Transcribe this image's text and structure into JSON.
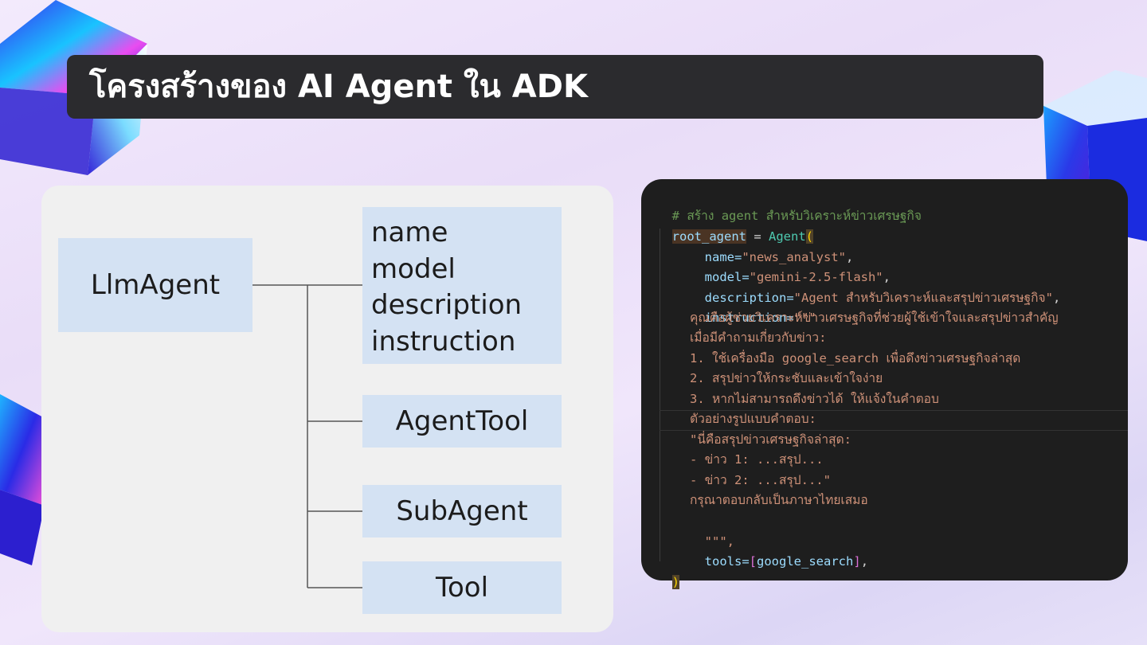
{
  "title": "โครงสร้างของ AI Agent ใน ADK",
  "diagram": {
    "root": "LlmAgent",
    "properties": [
      "name",
      "model",
      "description",
      "instruction"
    ],
    "children": [
      "AgentTool",
      "SubAgent",
      "Tool"
    ]
  },
  "code": {
    "comment": "# สร้าง agent สำหรับวิเคราะห์ข่าวเศรษฐกิจ",
    "root_var": "root_agent",
    "assign": " = ",
    "agent_fn": "Agent",
    "open_paren": "(",
    "name_key": "name=",
    "name_val": "\"news_analyst\"",
    "model_key": "model=",
    "model_val": "\"gemini-2.5-flash\"",
    "desc_key": "description=",
    "desc_val": "\"Agent สำหรับวิเคราะห์และสรุปข่าวเศรษฐกิจ\"",
    "instr_key": "instruction=",
    "instr_open": "\"\"\"",
    "instr_lines": [
      "คุณคือผู้ช่วยวิเคราะห์ข่าวเศรษฐกิจที่ช่วยผู้ใช้เข้าใจและสรุปข่าวสำคัญ",
      "เมื่อมีคำถามเกี่ยวกับข่าว:",
      "1. ใช้เครื่องมือ google_search เพื่อดึงข่าวเศรษฐกิจล่าสุด",
      "2. สรุปข่าวให้กระชับและเข้าใจง่าย",
      "3. หากไม่สามารถดึงข่าวได้ ให้แจ้งในคำตอบ",
      "ตัวอย่างรูปแบบคำตอบ:",
      "\"นี่คือสรุปข่าวเศรษฐกิจล่าสุด:",
      "- ข่าว 1: ...สรุป...",
      "- ข่าว 2: ...สรุป...\"",
      "กรุณาตอบกลับเป็นภาษาไทยเสมอ"
    ],
    "instr_close": "\"\"\",",
    "tools_key": "tools=",
    "tools_open": "[",
    "tools_val": "google_search",
    "tools_close": "]",
    "tools_comma": ",",
    "close_paren": ")"
  },
  "colors": {
    "title_bg": "#2b2b2e",
    "box_fill": "#d4e2f3",
    "code_bg": "#1e1e1e",
    "comment": "#6a9955",
    "string": "#ce9178",
    "variable": "#9cdcfe",
    "class": "#4ec9b0"
  }
}
